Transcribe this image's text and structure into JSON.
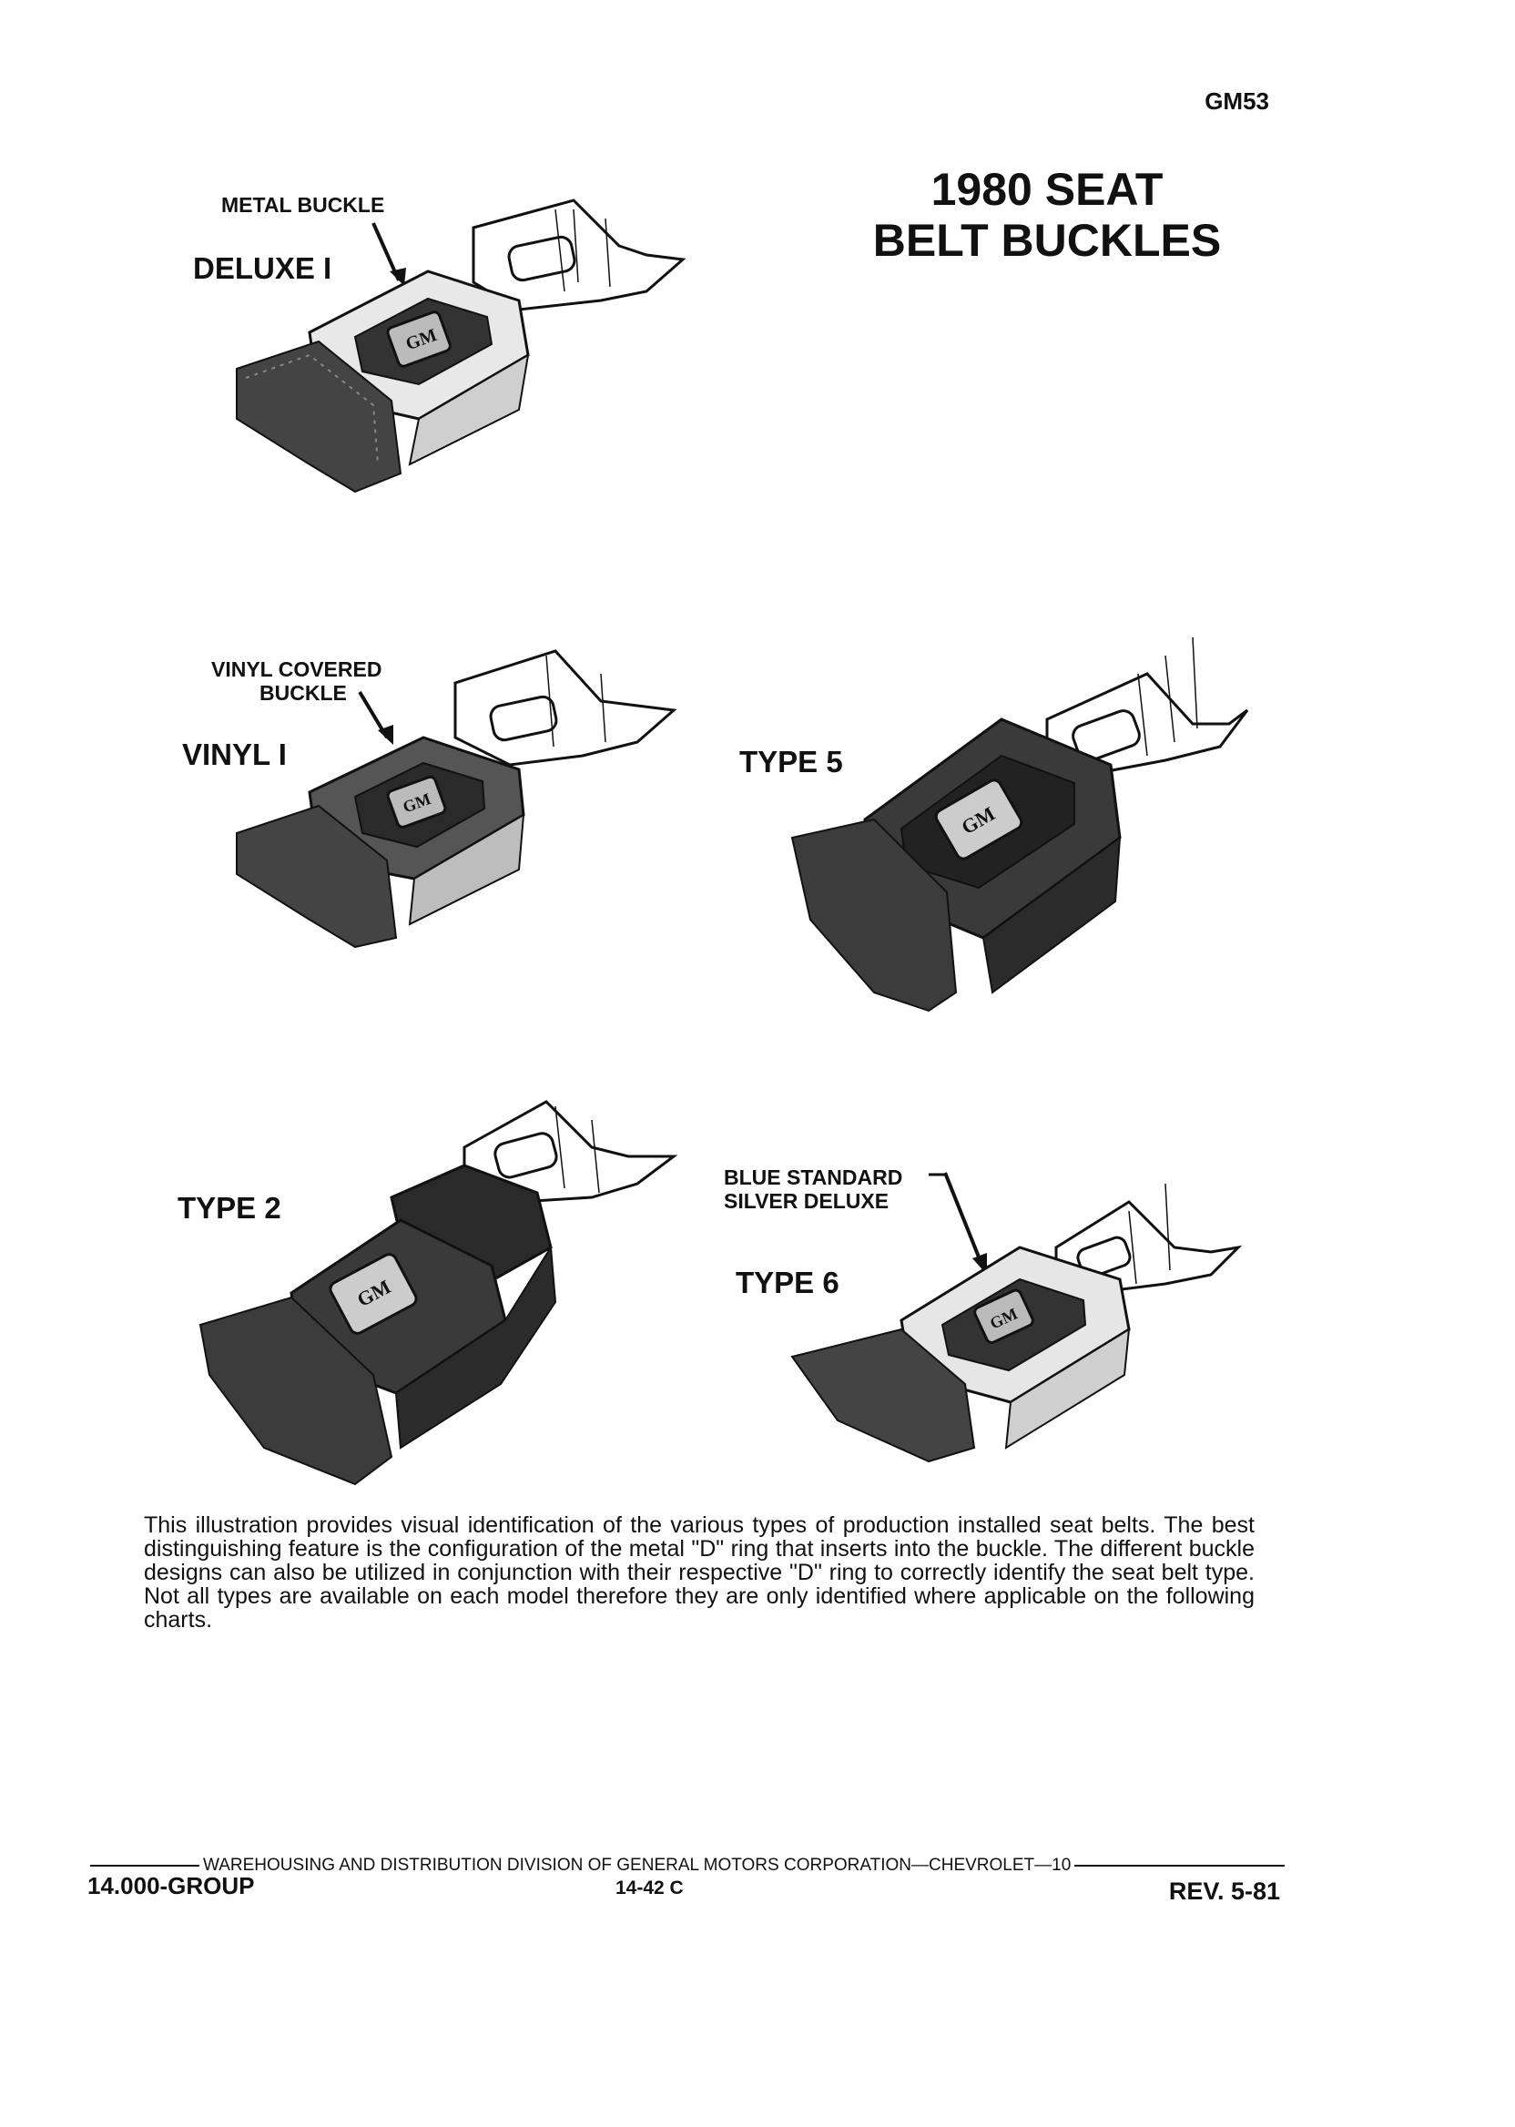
{
  "header": {
    "code": "GM53"
  },
  "title": {
    "line1": "1980 SEAT",
    "line2": "BELT BUCKLES"
  },
  "figures": {
    "deluxe": {
      "callout": "METAL BUCKLE",
      "name": "DELUXE I"
    },
    "vinyl": {
      "callout_line1": "VINYL COVERED",
      "callout_line2": "BUCKLE",
      "name": "VINYL I"
    },
    "type5": {
      "name": "TYPE 5"
    },
    "type2": {
      "name": "TYPE 2"
    },
    "type6": {
      "callout_line1": "BLUE STANDARD",
      "callout_line2": "SILVER DELUXE",
      "name": "TYPE 6"
    }
  },
  "body_text": "This illustration provides visual identification of the various types of production installed seat belts. The best distinguishing feature is the configuration of the metal \"D\" ring that inserts into the buckle. The different buckle designs can also be utilized in conjunction with their respective \"D\" ring to correctly identify the seat belt type. Not all types are available on each model therefore they are only identified where applicable on the following charts.",
  "footer": {
    "division": "WAREHOUSING AND DISTRIBUTION DIVISION OF GENERAL MOTORS CORPORATION—CHEVROLET—10",
    "group": "14.000-GROUP",
    "page": "14-42 C",
    "revision": "REV. 5-81"
  }
}
